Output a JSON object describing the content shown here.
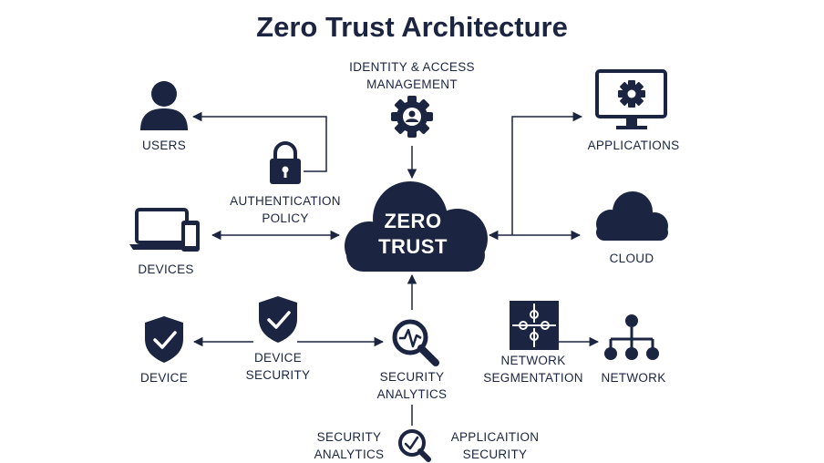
{
  "title": "Zero Trust Architecture",
  "center": {
    "line1": "ZERO",
    "line2": "TRUST"
  },
  "nodes": {
    "iam": {
      "line1": "IDENTITY & ACCESS",
      "line2": "MANAGEMENT"
    },
    "users": "USERS",
    "auth_policy": {
      "line1": "AUTHENTICATION",
      "line2": "POLICY"
    },
    "devices": "DEVICES",
    "applications": "APPLICATIONS",
    "cloud": "CLOUD",
    "device": "DEVICE",
    "device_security": {
      "line1": "DEVICE",
      "line2": "SECURITY"
    },
    "security_analytics": {
      "line1": "SECURITY",
      "line2": "ANALYTICS"
    },
    "network_segmentation": {
      "line1": "NETWORK",
      "line2": "SEGMENTATION"
    },
    "network": "NETWORK",
    "security_analytics_2": {
      "line1": "SECURITY",
      "line2": "ANALYTICS"
    },
    "application_security": {
      "line1": "APPLICAITION",
      "line2": "SECURITY"
    }
  },
  "colors": {
    "primary": "#1b2541",
    "background": "#ffffff"
  },
  "icons": [
    "user-icon",
    "lock-icon",
    "gear-user-icon",
    "laptop-phone-icon",
    "monitor-gear-icon",
    "cloud-icon",
    "shield-check-icon",
    "magnifier-pulse-icon",
    "puzzle-icon",
    "network-tree-icon",
    "magnifier-check-icon"
  ]
}
